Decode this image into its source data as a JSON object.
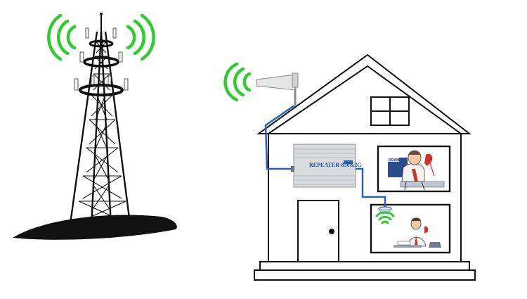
{
  "repeater": {
    "label": "REPEATER-850&2G"
  },
  "screen": {
    "brand": "ROAM"
  },
  "colors": {
    "signal": "#2ecc2e",
    "cable": "#2a62b8",
    "outline": "#111111"
  },
  "icons": [
    "cell-tower",
    "signal-waves-icon",
    "yagi-antenna",
    "repeater-box",
    "ceiling-antenna",
    "house"
  ]
}
